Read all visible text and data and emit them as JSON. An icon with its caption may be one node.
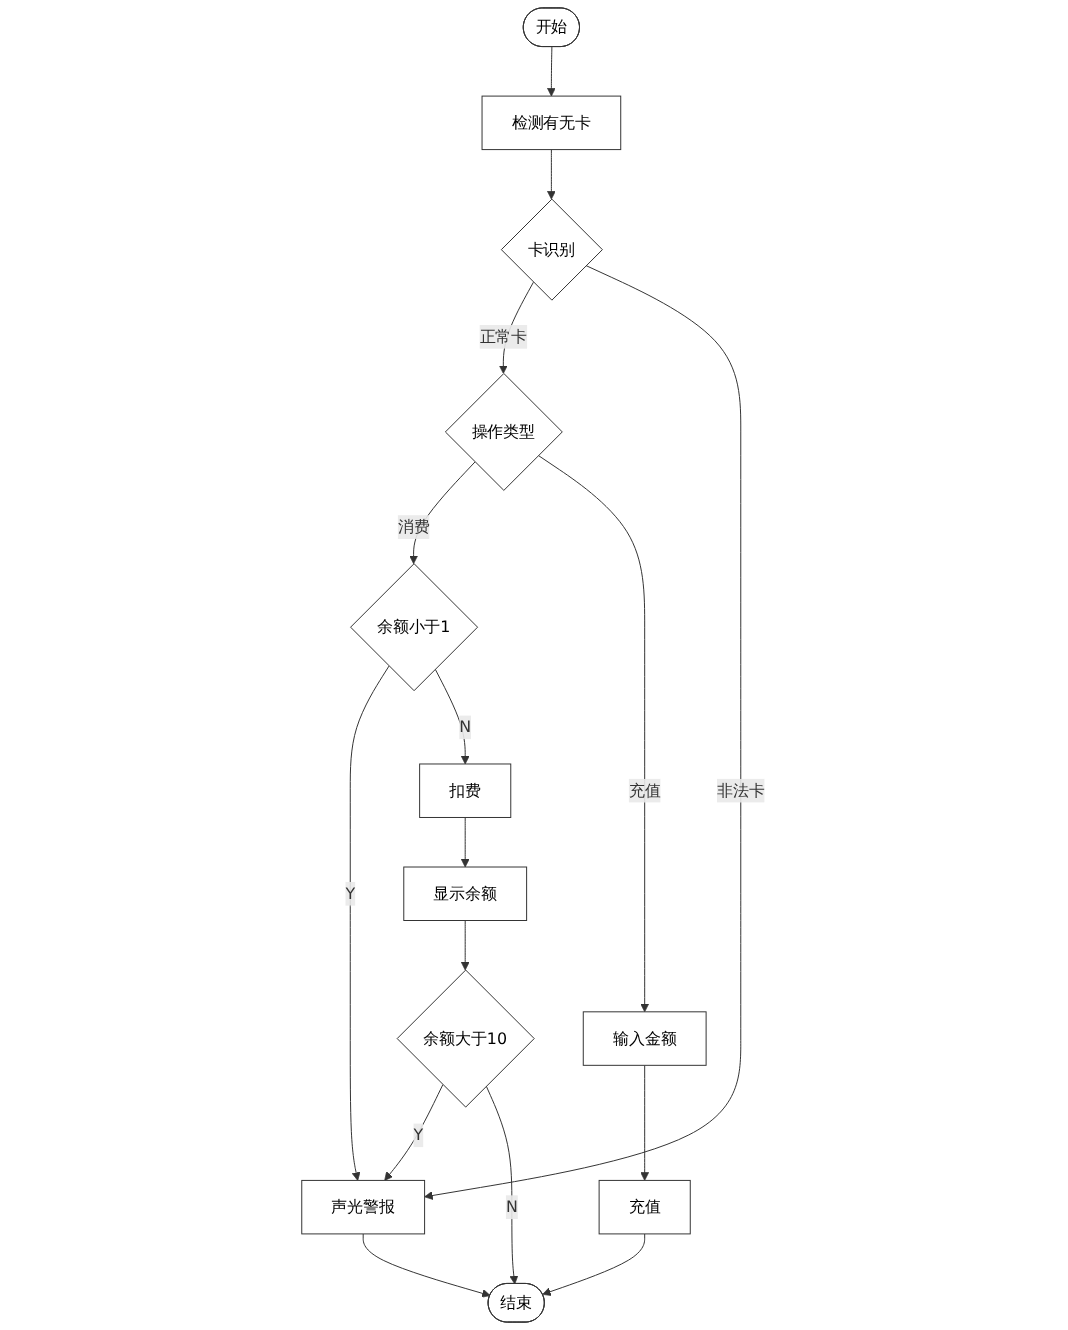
{
  "diagram": {
    "nodes": [
      {
        "text": [
          "开始"
        ]
      },
      {
        "text": [
          "检测有无卡"
        ]
      },
      {
        "text": [
          "卡识别"
        ]
      },
      {
        "text": [
          "操作类型"
        ]
      },
      {
        "text": [
          "余额小于1"
        ]
      },
      {
        "text": [
          "扣费"
        ]
      },
      {
        "text": [
          "显示余额"
        ]
      },
      {
        "text": [
          "余额大于10"
        ]
      },
      {
        "text": [
          "输入金额"
        ]
      },
      {
        "text": [
          "充值"
        ]
      },
      {
        "text": [
          "声光警报"
        ]
      },
      {
        "text": [
          "结束"
        ]
      }
    ],
    "edges": [
      {
        "from": 0,
        "to": 1,
        "arrow": "to"
      },
      {
        "from": 1,
        "to": 2,
        "arrow": "to"
      },
      {
        "from": 2,
        "to": 3,
        "arrow": "to",
        "label": "正常卡"
      },
      {
        "from": 2,
        "to": 10,
        "arrow": "to",
        "label": "非法卡"
      },
      {
        "from": 3,
        "to": 4,
        "arrow": "to",
        "label": "消费"
      },
      {
        "from": 3,
        "to": 8,
        "arrow": "to",
        "label": "充值"
      },
      {
        "from": 4,
        "to": 10,
        "arrow": "to",
        "label": "Y"
      },
      {
        "from": 4,
        "to": 5,
        "arrow": "to",
        "label": "N"
      },
      {
        "from": 5,
        "to": 6,
        "arrow": "to"
      },
      {
        "from": 6,
        "to": 7,
        "arrow": "to"
      },
      {
        "from": 7,
        "to": 10,
        "arrow": "to",
        "label": "Y"
      },
      {
        "from": 7,
        "to": 11,
        "arrow": "to",
        "label": "N"
      },
      {
        "from": 8,
        "to": 9,
        "arrow": "to"
      },
      {
        "from": 9,
        "to": 11,
        "arrow": "to"
      },
      {
        "from": 10,
        "to": 11,
        "arrow": "to"
      }
    ]
  }
}
